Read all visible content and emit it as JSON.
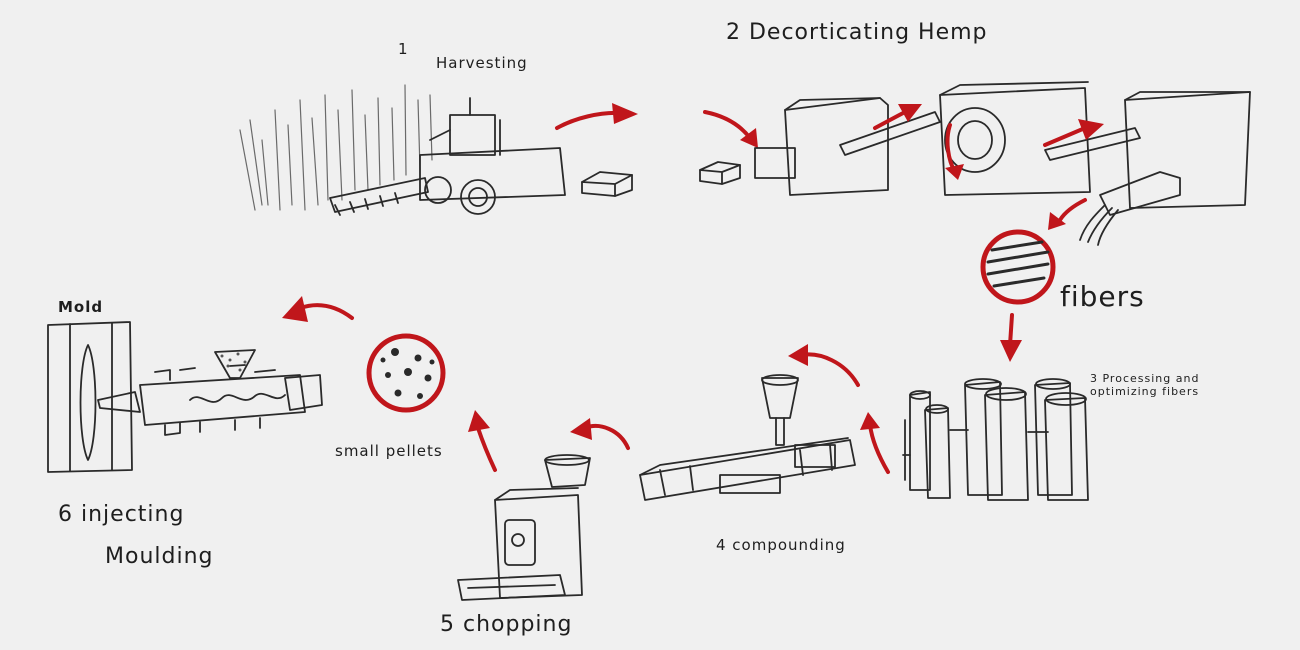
{
  "labels": {
    "step1_number": "1",
    "step1_title": "Harvesting",
    "step2_title": "2 Decorticating Hemp",
    "fibers": "fibers",
    "step3_title": "3 Processing and optimizing fibers",
    "step4_title": "4 compounding",
    "step5_title": "5 chopping",
    "small_pellets": "small pellets",
    "mold": "Mold",
    "step6_line1": "6 injecting",
    "step6_line2": "Moulding"
  },
  "colors": {
    "background": "#f0f0f0",
    "ink": "#2a2a2a",
    "accent_red": "#c0161b"
  }
}
